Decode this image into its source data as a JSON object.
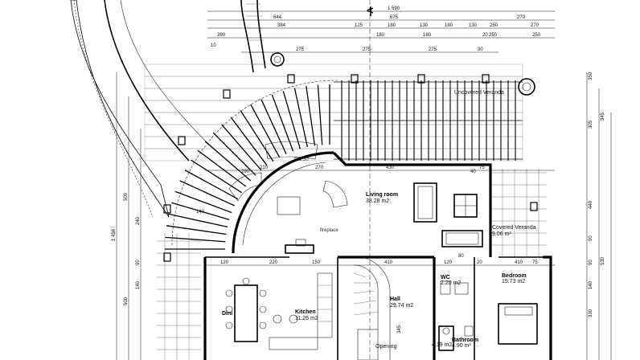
{
  "section_marker": "A",
  "rooms": {
    "living": {
      "name": "Living room",
      "area": "38.28 m2"
    },
    "covered_veranda_main": {
      "name": "Covered Veranda",
      "area": "9.06 m²"
    },
    "uncovered_veranda": {
      "name": "Uncovered Veranda"
    },
    "dining": {
      "name": "Dini"
    },
    "kitchen": {
      "name": "Kitchen",
      "area": "11.26 m2"
    },
    "hall": {
      "name": "Hall",
      "area": "29.74 m2"
    },
    "wc": {
      "name": "WC",
      "area": "2.20 m2"
    },
    "bedroom": {
      "name": "Bedroom",
      "area": "15.73 m2"
    },
    "bathroom": {
      "name": "Bathroom",
      "area": "4.90 m²"
    },
    "laundry": {
      "name": "",
      "area": "4.19 m2"
    },
    "fireplace": {
      "name": "fireplace"
    },
    "opening": {
      "name": "Opening"
    },
    "radius_note": {
      "name": "R 3.30"
    }
  },
  "dimensions": {
    "top_overall": "1 590",
    "top_row1": [
      "644",
      "675",
      "270"
    ],
    "top_row2": [
      "384",
      "125",
      "180",
      "130",
      "180",
      "130",
      "250",
      "270"
    ],
    "top_row3": [
      "390",
      "180",
      "180",
      "20",
      "250",
      "250"
    ],
    "top_row4": [
      "275",
      "275",
      "275",
      "30"
    ],
    "top_left_small": "10",
    "left_overall": "1 456",
    "left_segments": [
      "500",
      "240",
      "500",
      "90",
      "140"
    ],
    "right_segments": [
      "350",
      "345",
      "305",
      "440",
      "90",
      "530",
      "90",
      "140",
      "330"
    ],
    "mid_row": [
      "210",
      "270",
      "430",
      "75"
    ],
    "lower_row": [
      "120",
      "220",
      "150",
      "410",
      "120",
      "20",
      "410",
      "75"
    ],
    "inner": [
      "345",
      "140",
      "290",
      "80",
      "40"
    ]
  }
}
